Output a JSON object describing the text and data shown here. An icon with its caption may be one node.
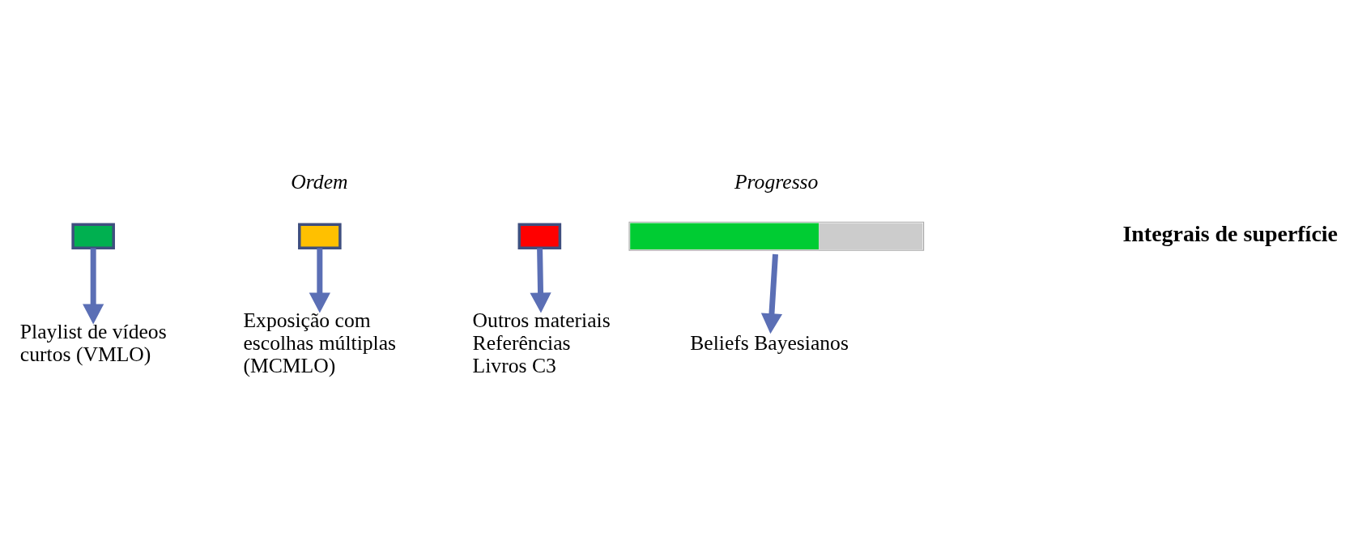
{
  "diagram": {
    "nodes": [
      {
        "text": [],
        "shape": "box"
      },
      {
        "text": [],
        "shape": "box"
      },
      {
        "text": [],
        "shape": "box"
      },
      {
        "text": [],
        "shape": "bar"
      },
      {
        "text": [
          "Playlist de vídeos curtos (VMLO)"
        ]
      },
      {
        "text": [
          "Exposição com escolhas múltiplas (MCMLO)"
        ]
      },
      {
        "text": [
          "Outros materiais",
          "Referências",
          "Livros C3"
        ]
      },
      {
        "text": [
          "Beliefs Bayesianos"
        ]
      }
    ],
    "edges": [
      {
        "from": 0,
        "to": 4,
        "arrow": "to"
      },
      {
        "from": 1,
        "to": 5,
        "arrow": "to"
      },
      {
        "from": 2,
        "to": 6,
        "arrow": "to"
      },
      {
        "from": 3,
        "to": 7,
        "arrow": "to"
      }
    ],
    "labels": [
      "Ordem",
      "Progresso",
      "Integrais de superfície"
    ]
  }
}
